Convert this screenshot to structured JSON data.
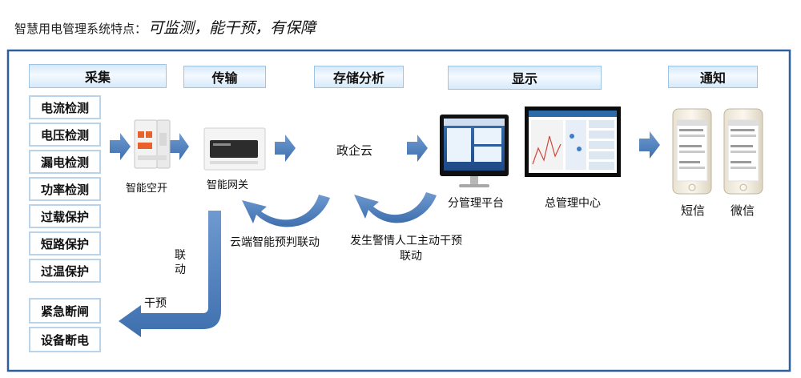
{
  "title": {
    "prefix": "智慧用电管理系统特点：",
    "emphasis": "可监测，能干预，有保障"
  },
  "stages": [
    {
      "id": "collect",
      "label": "采集"
    },
    {
      "id": "transmit",
      "label": "传输"
    },
    {
      "id": "store",
      "label": "存储分析"
    },
    {
      "id": "display",
      "label": "显示"
    },
    {
      "id": "notify",
      "label": "通知"
    }
  ],
  "monitor_items": [
    "电流检测",
    "电压检测",
    "漏电检测",
    "功率检测",
    "过载保护",
    "短路保护",
    "过温保护"
  ],
  "control_items": [
    "紧急断闸",
    "设备断电"
  ],
  "devices": {
    "breaker": "智能空开",
    "gateway": "智能网关",
    "cloud": "政企云",
    "sub_platform": "分管理平台",
    "main_center": "总管理中心",
    "sms": "短信",
    "wechat": "微信"
  },
  "links": {
    "cloud_linkage": "云端智能预判联动",
    "manual_line1": "发生警情人工主动干预",
    "manual_line2": "联动",
    "side_link_1": "联",
    "side_link_2": "动",
    "intervene": "干预"
  },
  "colors": {
    "arrow": "#4a7cbd",
    "frame": "#2d5f9a",
    "header_border": "#9fc3e3"
  }
}
